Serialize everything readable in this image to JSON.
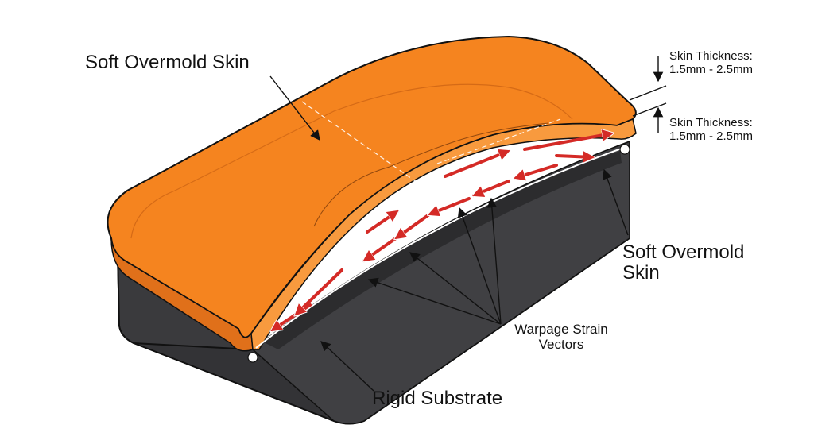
{
  "labels": {
    "soft_overmold_skin_top": "Soft Overmold Skin",
    "soft_overmold_skin_right": "Soft Overmold\nSkin",
    "rigid_substrate": "Rigid Substrate",
    "warpage_strain_vectors": "Warpage Strain\nVectors",
    "skin_thickness_1": "Skin Thickness:\n1.5mm - 2.5mm",
    "skin_thickness_2": "Skin Thickness:\n1.5mm - 2.5mm"
  },
  "colors": {
    "skin_orange": "#f5841f",
    "skin_orange_dark": "#e0701a",
    "skin_orange_light": "#f89a3e",
    "substrate_dark": "#3d3d40",
    "substrate_front": "#333336",
    "strain_arrow_red": "#d42a26",
    "outline": "#111111"
  }
}
